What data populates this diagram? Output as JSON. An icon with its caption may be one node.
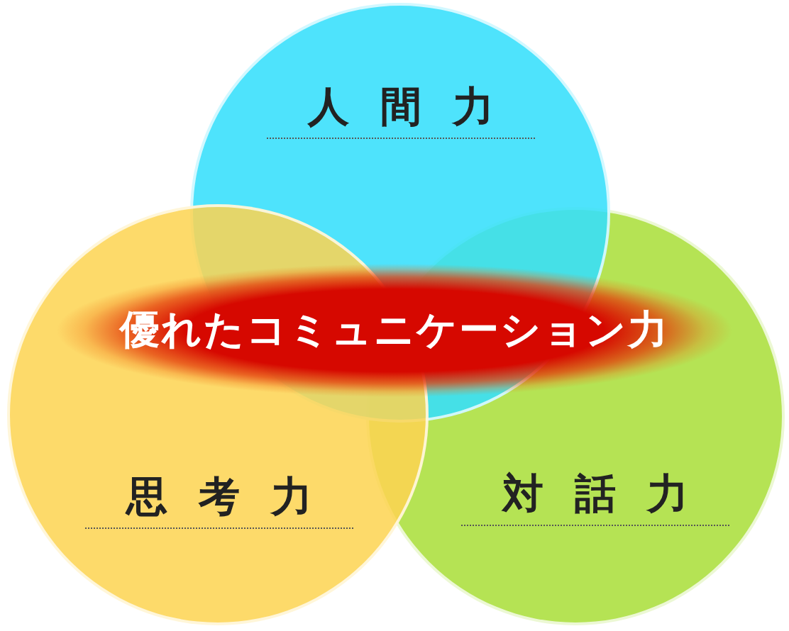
{
  "diagram": {
    "nodes": [
      {
        "text": [
          "人間力"
        ]
      },
      {
        "text": [
          "優れたコミュニケーション力"
        ]
      },
      {
        "text": [
          "思考力"
        ]
      },
      {
        "text": [
          "対話力"
        ]
      }
    ]
  }
}
